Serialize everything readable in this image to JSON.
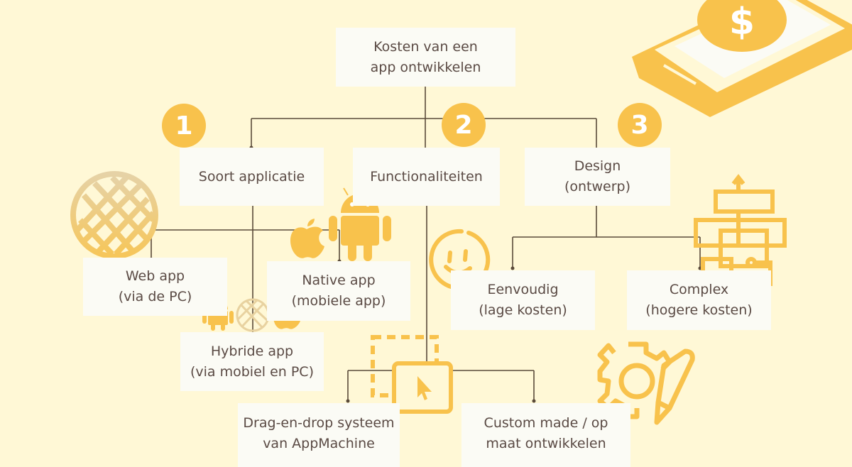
{
  "title": {
    "line1": "Kosten van een",
    "line2": "app ontwikkelen"
  },
  "categories": [
    {
      "number": "1",
      "label": "Soort applicatie"
    },
    {
      "number": "2",
      "label": "Functionaliteiten"
    },
    {
      "number": "3",
      "label1": "Design",
      "label2": "(ontwerp)"
    }
  ],
  "app_types": {
    "web": {
      "line1": "Web app",
      "line2": "(via de PC)"
    },
    "native": {
      "line1": "Native app",
      "line2": "(mobiele app)"
    },
    "hybrid": {
      "line1": "Hybride app",
      "line2": "(via mobiel en PC)"
    }
  },
  "functionality": {
    "dragdrop": {
      "line1": "Drag-en-drop systeem",
      "line2": "van AppMachine"
    },
    "custom": {
      "line1": "Custom made / op",
      "line2": "maat ontwikkelen"
    }
  },
  "design": {
    "simple": {
      "line1": "Eenvoudig",
      "line2": "(lage kosten)"
    },
    "complex": {
      "line1": "Complex",
      "line2": "(hogere kosten)"
    }
  },
  "colors": {
    "background": "#fff8d6",
    "accent": "#f8c24c",
    "box": "#fbfbf5",
    "text": "#5a4a44",
    "line": "#5a4a3a"
  },
  "icons": [
    "phone-money-icon",
    "globe-icon",
    "apple-icon",
    "android-icon",
    "smiley-icon",
    "maze-icon",
    "drag-drop-cursor-icon",
    "gear-pencil-icon"
  ]
}
